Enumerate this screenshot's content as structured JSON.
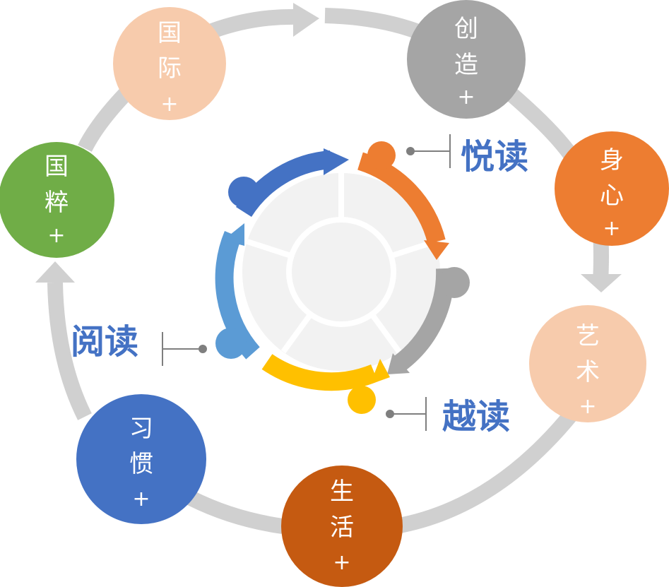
{
  "outer_nodes": [
    {
      "id": "guoji",
      "line1": "国",
      "line2": "际",
      "plus": "+",
      "color": "#F7CBAC"
    },
    {
      "id": "chuangzao",
      "line1": "创",
      "line2": "造",
      "plus": "+",
      "color": "#A5A5A5"
    },
    {
      "id": "shenxin",
      "line1": "身",
      "line2": "心",
      "plus": "+",
      "color": "#ED7D31"
    },
    {
      "id": "yishu",
      "line1": "艺",
      "line2": "术",
      "plus": "+",
      "color": "#F7CBAC"
    },
    {
      "id": "shenghuo",
      "line1": "生",
      "line2": "活",
      "plus": "+",
      "color": "#C55A11"
    },
    {
      "id": "xiguan",
      "line1": "习",
      "line2": "惯",
      "plus": "+",
      "color": "#4472C4"
    },
    {
      "id": "guocui",
      "line1": "国",
      "line2": "粹",
      "plus": "+",
      "color": "#70AD47"
    }
  ],
  "labels": {
    "yuedu_happy": "悦读",
    "yuedu_read": "阅读",
    "yuedu_beyond": "越读"
  },
  "colors": {
    "ring": "#D0D0D0",
    "label": "#4472C4",
    "inner_fill": "#F2F2F2",
    "leader": "#7F7F7F",
    "seg_blue": "#4472C4",
    "seg_orange": "#ED7D31",
    "seg_gray": "#A5A5A5",
    "seg_yellow": "#FFC000",
    "seg_lightblue": "#5B9BD5"
  }
}
